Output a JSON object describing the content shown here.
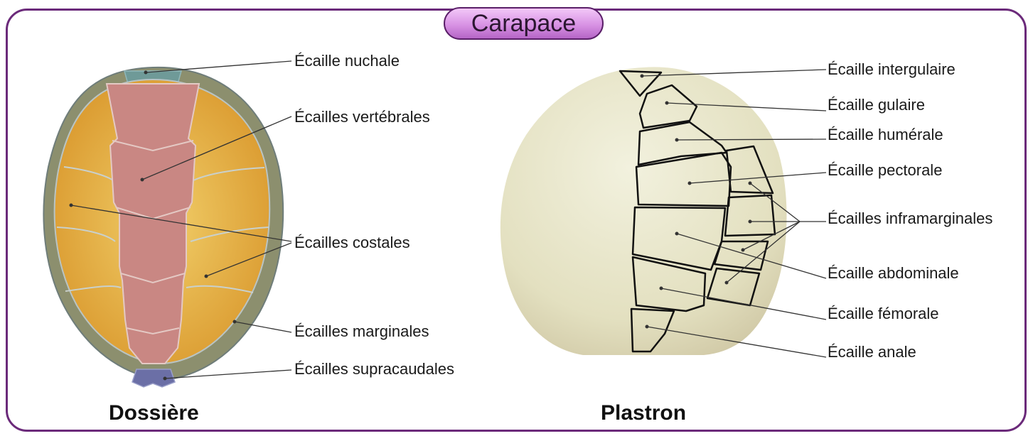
{
  "title": "Carapace",
  "dossiere": {
    "caption": "Dossière",
    "labels": {
      "nuchale": "Écaille nuchale",
      "vertebrales": "Écailles vertébrales",
      "costales": "Écailles costales",
      "marginales": "Écailles marginales",
      "supracaudales": "Écailles supracaudales"
    }
  },
  "plastron": {
    "caption": "Plastron",
    "labels": {
      "intergulaire": "Écaille intergulaire",
      "gulaire": "Écaille gulaire",
      "humerale": "Écaille humérale",
      "pectorale": "Écaille pectorale",
      "inframarginales": "Écailles inframarginales",
      "abdominale": "Écaille abdominale",
      "femorale": "Écaille fémorale",
      "anale": "Écaille anale"
    }
  },
  "colors": {
    "frame": "#6b2a7a",
    "costal": "#e2ad3c",
    "vertebral": "#c98783",
    "marginal": "#8c8f6e",
    "plastron": "#ece9cc",
    "supracaudal": "#6b6fa6"
  }
}
